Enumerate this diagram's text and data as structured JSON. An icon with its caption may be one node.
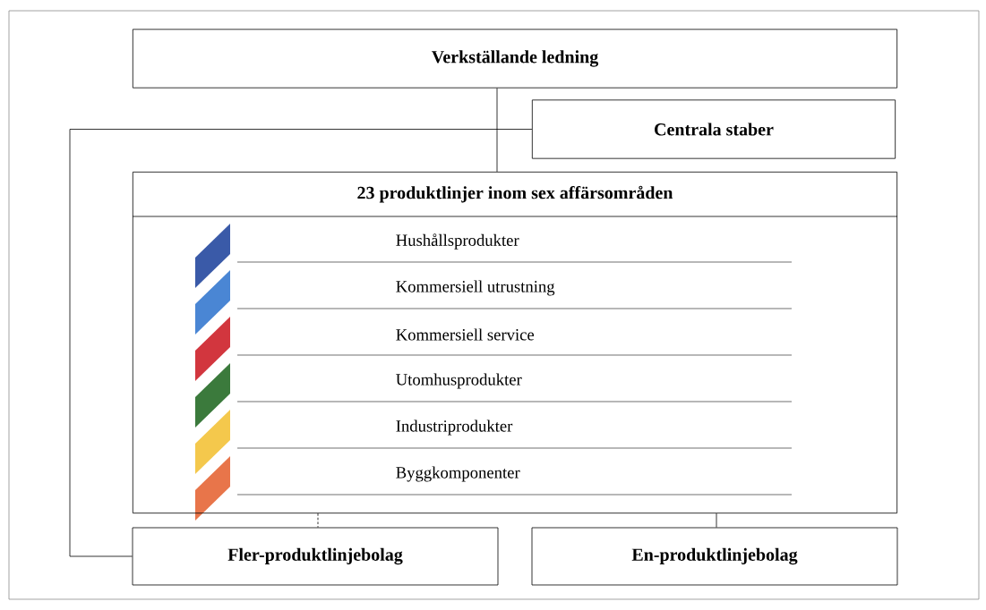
{
  "diagram": {
    "nodes": [
      {
        "text": [
          "Verkställande ledning"
        ]
      },
      {
        "text": [
          "Centrala staber"
        ]
      },
      {
        "text": [
          "23 produktlinjer inom sex affärsområden"
        ]
      },
      {
        "text": [
          "Hushållsprodukter"
        ],
        "in": 2
      },
      {
        "text": [
          "Kommersiell utrustning"
        ],
        "in": 2
      },
      {
        "text": [
          "Kommersiell service"
        ],
        "in": 2
      },
      {
        "text": [
          "Utomhusprodukter"
        ],
        "in": 2
      },
      {
        "text": [
          "Industriprodukter"
        ],
        "in": 2
      },
      {
        "text": [
          "Byggkomponenter"
        ],
        "in": 2
      },
      {
        "text": [
          "Fler-produktlinjebolag"
        ]
      },
      {
        "text": [
          "En-produktlinjebolag"
        ]
      }
    ],
    "edges": [
      {
        "from": 0,
        "to": 2,
        "arrow": "none"
      },
      {
        "from": 1,
        "to": 9,
        "arrow": "none"
      },
      {
        "from": 2,
        "to": 9,
        "arrow": "none",
        "style": "dashed"
      },
      {
        "from": 2,
        "to": 10,
        "arrow": "none"
      }
    ]
  }
}
